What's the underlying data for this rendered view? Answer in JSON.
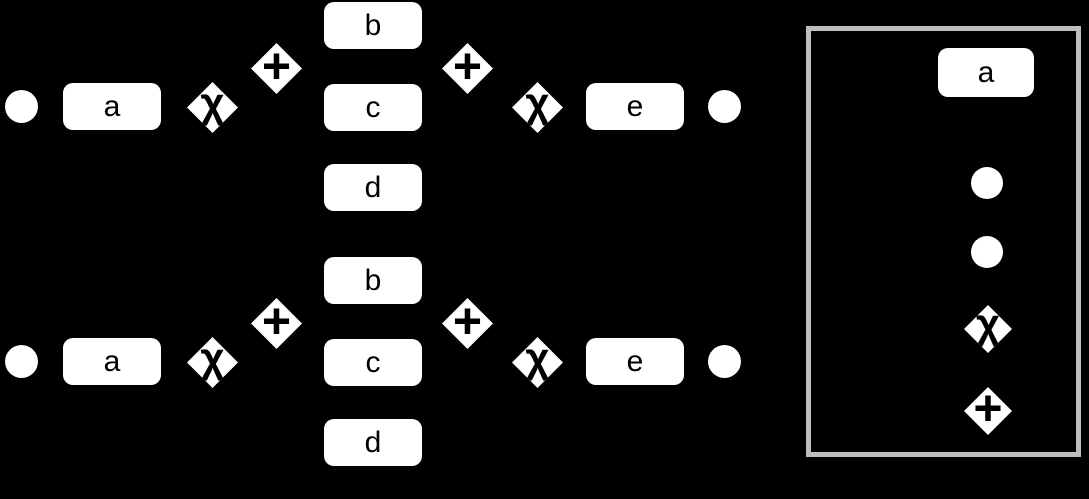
{
  "diagram": {
    "colors": {
      "background": "#000000",
      "node_fill": "#ffffff",
      "node_text": "#000000",
      "legend_border": "#bdbdbd"
    },
    "rows": [
      {
        "tasks": {
          "a": "a",
          "b": "b",
          "c": "c",
          "d": "d",
          "e": "e"
        },
        "gateways": {
          "xor_in": "χ",
          "and_split": "+",
          "and_join": "+",
          "xor_out": "χ"
        }
      },
      {
        "tasks": {
          "a": "a",
          "b": "b",
          "c": "c",
          "d": "d",
          "e": "e"
        },
        "gateways": {
          "xor_in": "χ",
          "and_split": "+",
          "and_join": "+",
          "xor_out": "χ"
        }
      }
    ],
    "legend": {
      "task_label": "a",
      "xor_label": "χ",
      "and_label": "+"
    }
  }
}
